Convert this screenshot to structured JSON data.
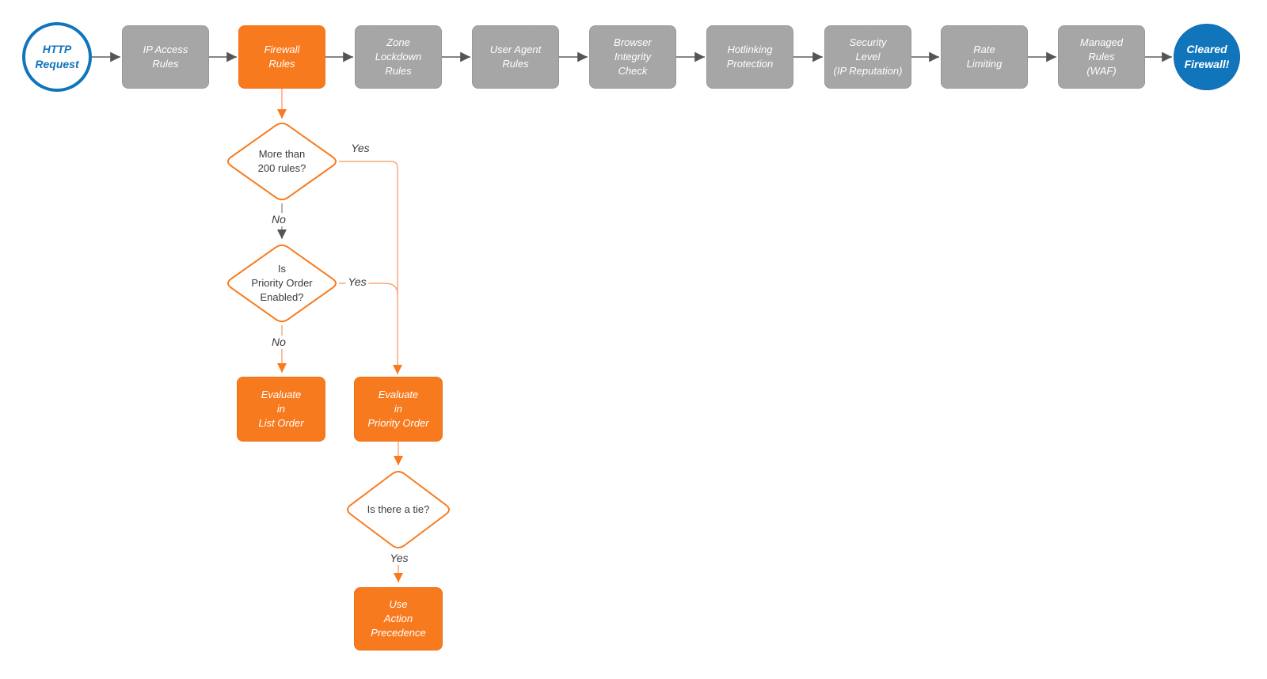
{
  "flow": {
    "start": {
      "label": "HTTP\nRequest"
    },
    "end": {
      "label": "Cleared\nFirewall!"
    },
    "pipeline": [
      {
        "label": "IP Access\nRules"
      },
      {
        "label": "Firewall\nRules"
      },
      {
        "label": "Zone\nLockdown\nRules"
      },
      {
        "label": "User Agent\nRules"
      },
      {
        "label": "Browser\nIntegrity\nCheck"
      },
      {
        "label": "Hotlinking\nProtection"
      },
      {
        "label": "Security\nLevel\n(IP Reputation)"
      },
      {
        "label": "Rate\nLimiting"
      },
      {
        "label": "Managed\nRules\n(WAF)"
      }
    ],
    "decisions": [
      {
        "label": "More than\n200 rules?"
      },
      {
        "label": "Is\nPriority Order\nEnabled?"
      },
      {
        "label": "Is there a tie?"
      }
    ],
    "actions": [
      {
        "label": "Evaluate\nin\nList Order"
      },
      {
        "label": "Evaluate\nin\nPriority Order"
      },
      {
        "label": "Use\nAction\nPrecedence"
      }
    ],
    "edge_labels": {
      "d1_yes": "Yes",
      "d1_no": "No",
      "d2_yes": "Yes",
      "d2_no": "No",
      "d3_yes": "Yes"
    },
    "colors": {
      "orange": "#F87A1E",
      "orange_line": "#F9A87C",
      "gray_node": "#A6A6A6",
      "gray_line": "#5E5E5E",
      "blue": "#1175BC",
      "text_dark": "#3B3B3B"
    }
  }
}
